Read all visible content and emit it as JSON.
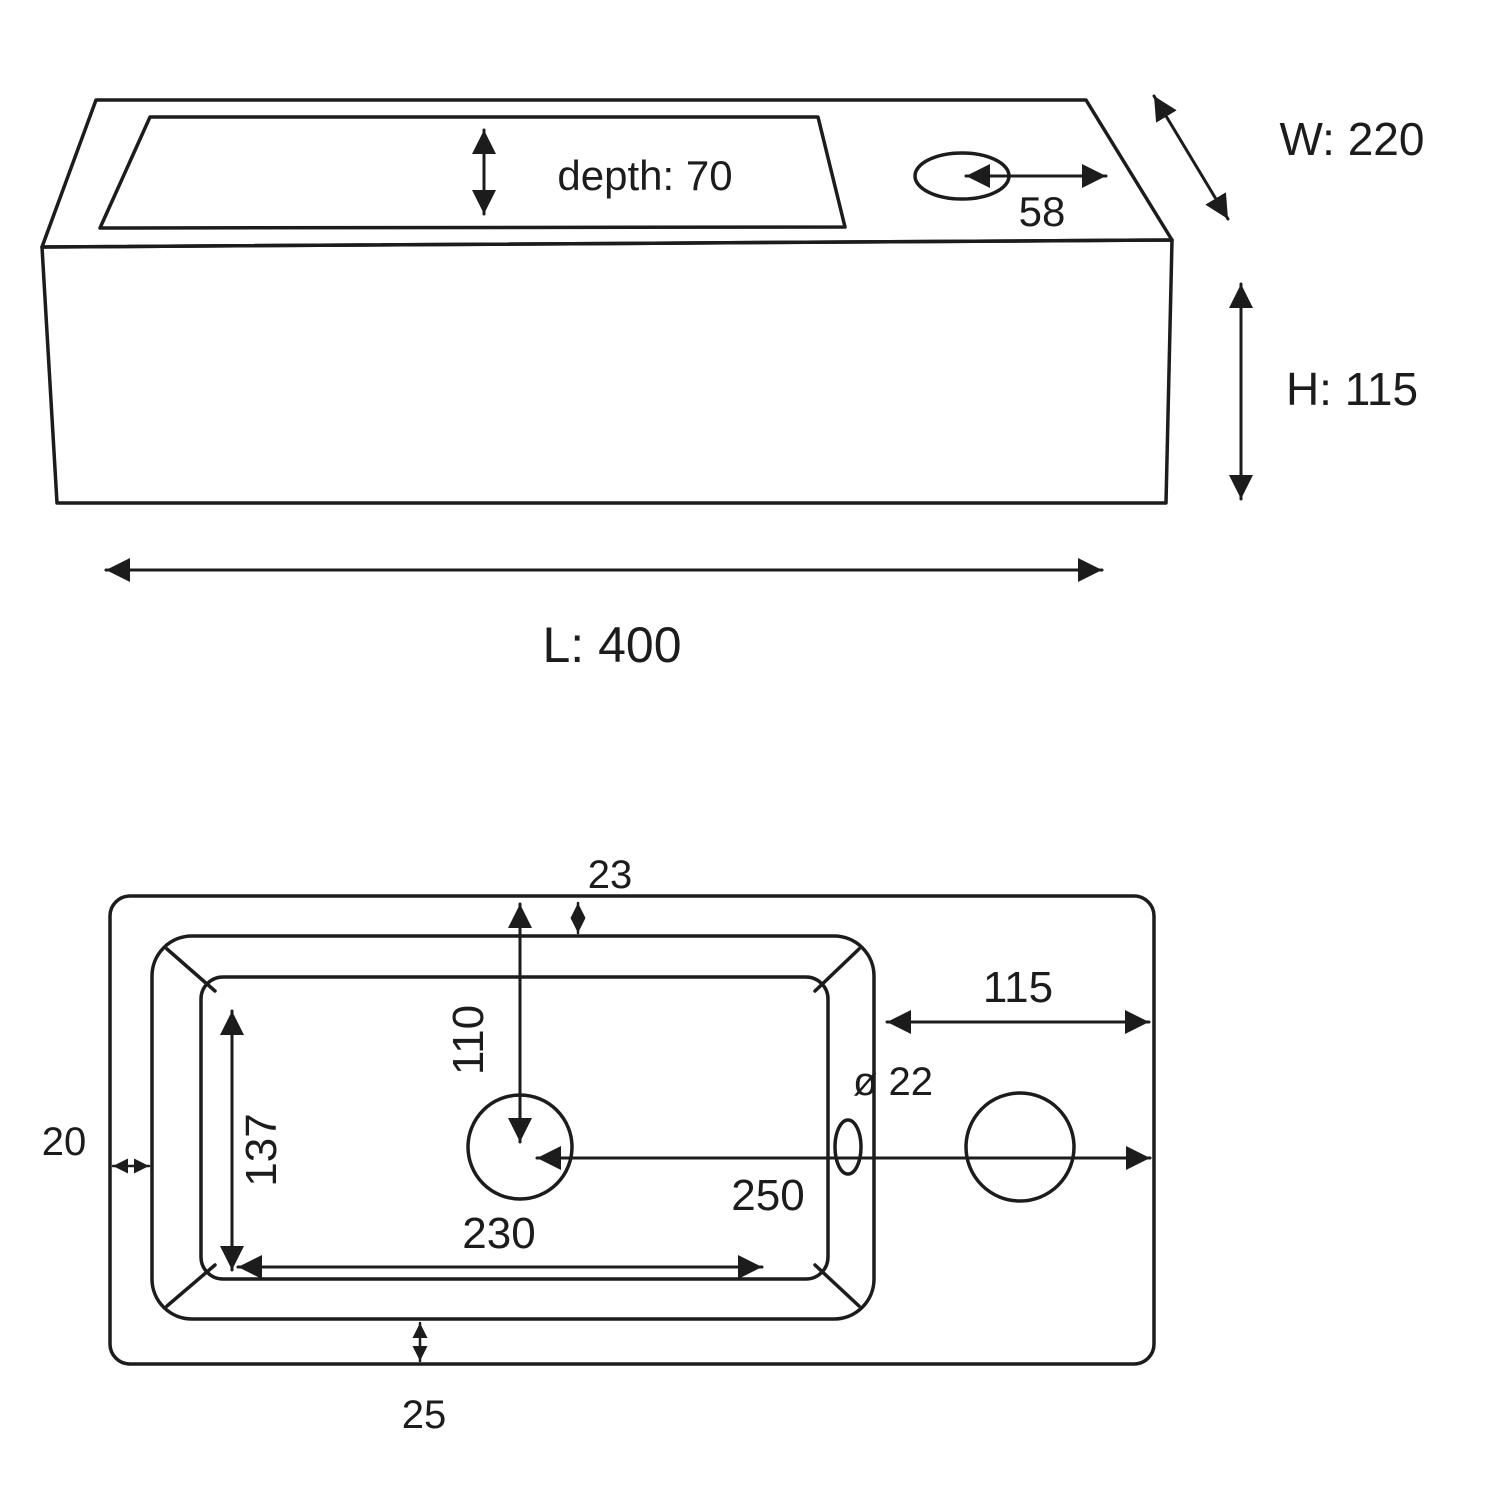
{
  "colors": {
    "line": "#1c1c1c",
    "background": "#ffffff"
  },
  "perspective_view": {
    "labels": {
      "depth": "depth: 70",
      "tap_offset": "58",
      "width": "W: 220",
      "height": "H: 115",
      "length": "L: 400"
    }
  },
  "plan_view": {
    "labels": {
      "top_gap": "23",
      "right_offset": "115",
      "drain_from_top": "110",
      "basin_height": "137",
      "overflow_diameter": "ø 22",
      "drain_to_right_edge": "250",
      "basin_width": "230",
      "left_gap": "20",
      "bottom_gap": "25"
    }
  }
}
